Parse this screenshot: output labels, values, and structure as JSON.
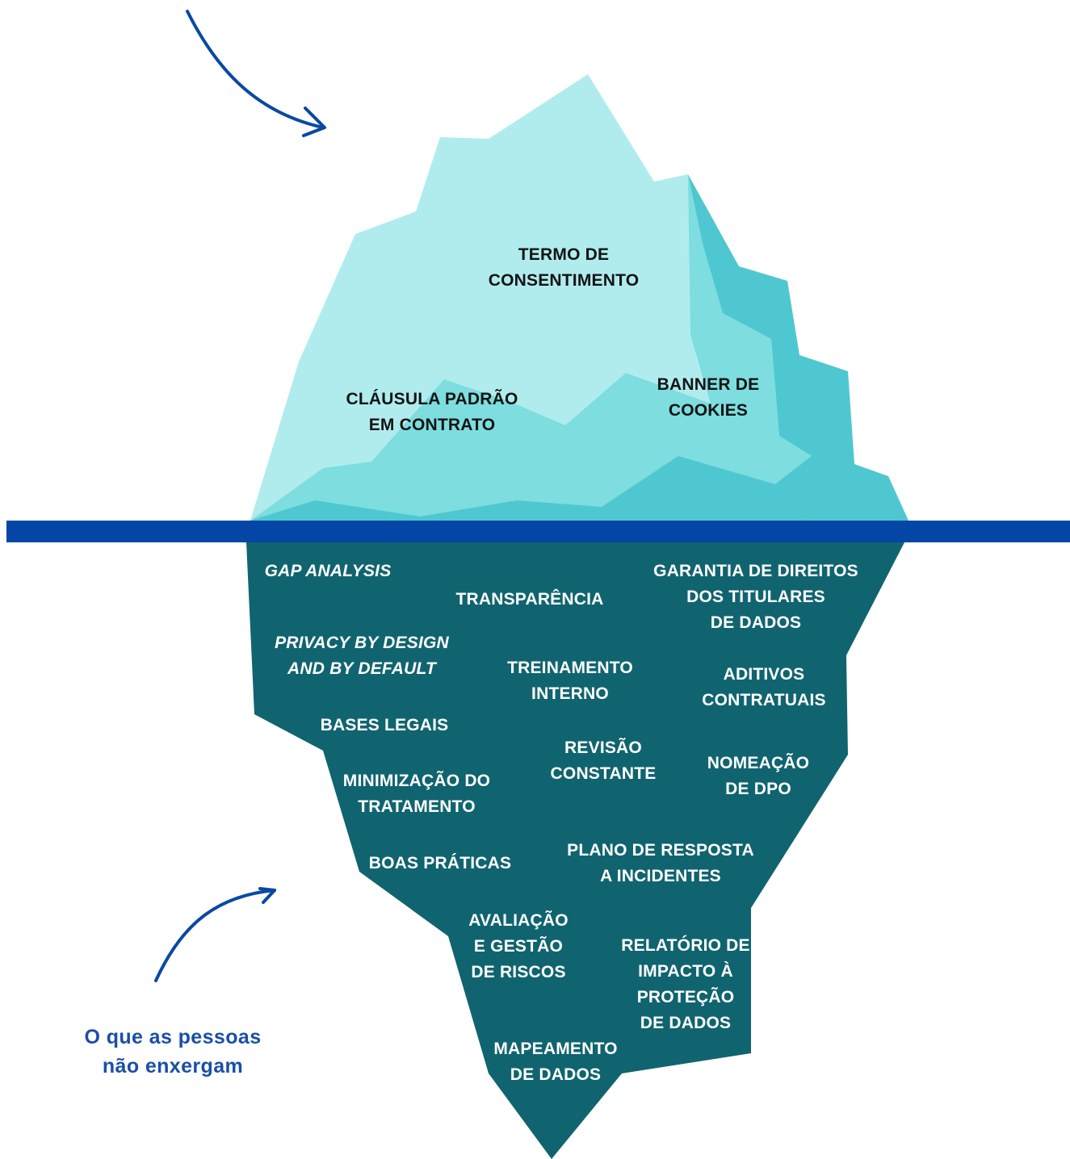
{
  "colors": {
    "tip_light": "#b0ecee",
    "tip_mid": "#7ddddf",
    "tip_dark": "#4fc7d0",
    "underwater": "#10646f",
    "waterline": "#0346a6",
    "arrow": "#0a48a3",
    "caption_text": "#1a4fa6"
  },
  "icons": [
    "arrow-curved-top",
    "arrow-curved-bottom"
  ],
  "above_water": {
    "termo": [
      "TERMO DE",
      "CONSENTIMENTO"
    ],
    "clausula": [
      "CLÁUSULA PADRÃO",
      "EM CONTRATO"
    ],
    "banner": [
      "BANNER DE",
      "COOKIES"
    ]
  },
  "below_water": {
    "gap": [
      "GAP ANALYSIS"
    ],
    "transparencia": [
      "TRANSPARÊNCIA"
    ],
    "garantia": [
      "GARANTIA DE DIREITOS",
      "DOS TITULARES",
      "DE DADOS"
    ],
    "privacy": [
      "PRIVACY BY DESIGN",
      "AND BY DEFAULT"
    ],
    "treinamento": [
      "TREINAMENTO",
      "INTERNO"
    ],
    "aditivos": [
      "ADITIVOS",
      "CONTRATUAIS"
    ],
    "bases": [
      "BASES LEGAIS"
    ],
    "revisao": [
      "REVISÃO",
      "CONSTANTE"
    ],
    "nomeacao": [
      "NOMEAÇÃO",
      "DE DPO"
    ],
    "minimizacao": [
      "MINIMIZAÇÃO DO",
      "TRATAMENTO"
    ],
    "boas": [
      "BOAS PRÁTICAS"
    ],
    "plano": [
      "PLANO DE RESPOSTA",
      "A INCIDENTES"
    ],
    "avaliacao": [
      "AVALIAÇÃO",
      "E GESTÃO",
      "DE RISCOS"
    ],
    "relatorio": [
      "RELATÓRIO DE",
      "IMPACTO À",
      "PROTEÇÃO",
      "DE DADOS"
    ],
    "mapeamento": [
      "MAPEAMENTO",
      "DE DADOS"
    ]
  },
  "caption": [
    "O que as pessoas",
    "não enxergam"
  ]
}
